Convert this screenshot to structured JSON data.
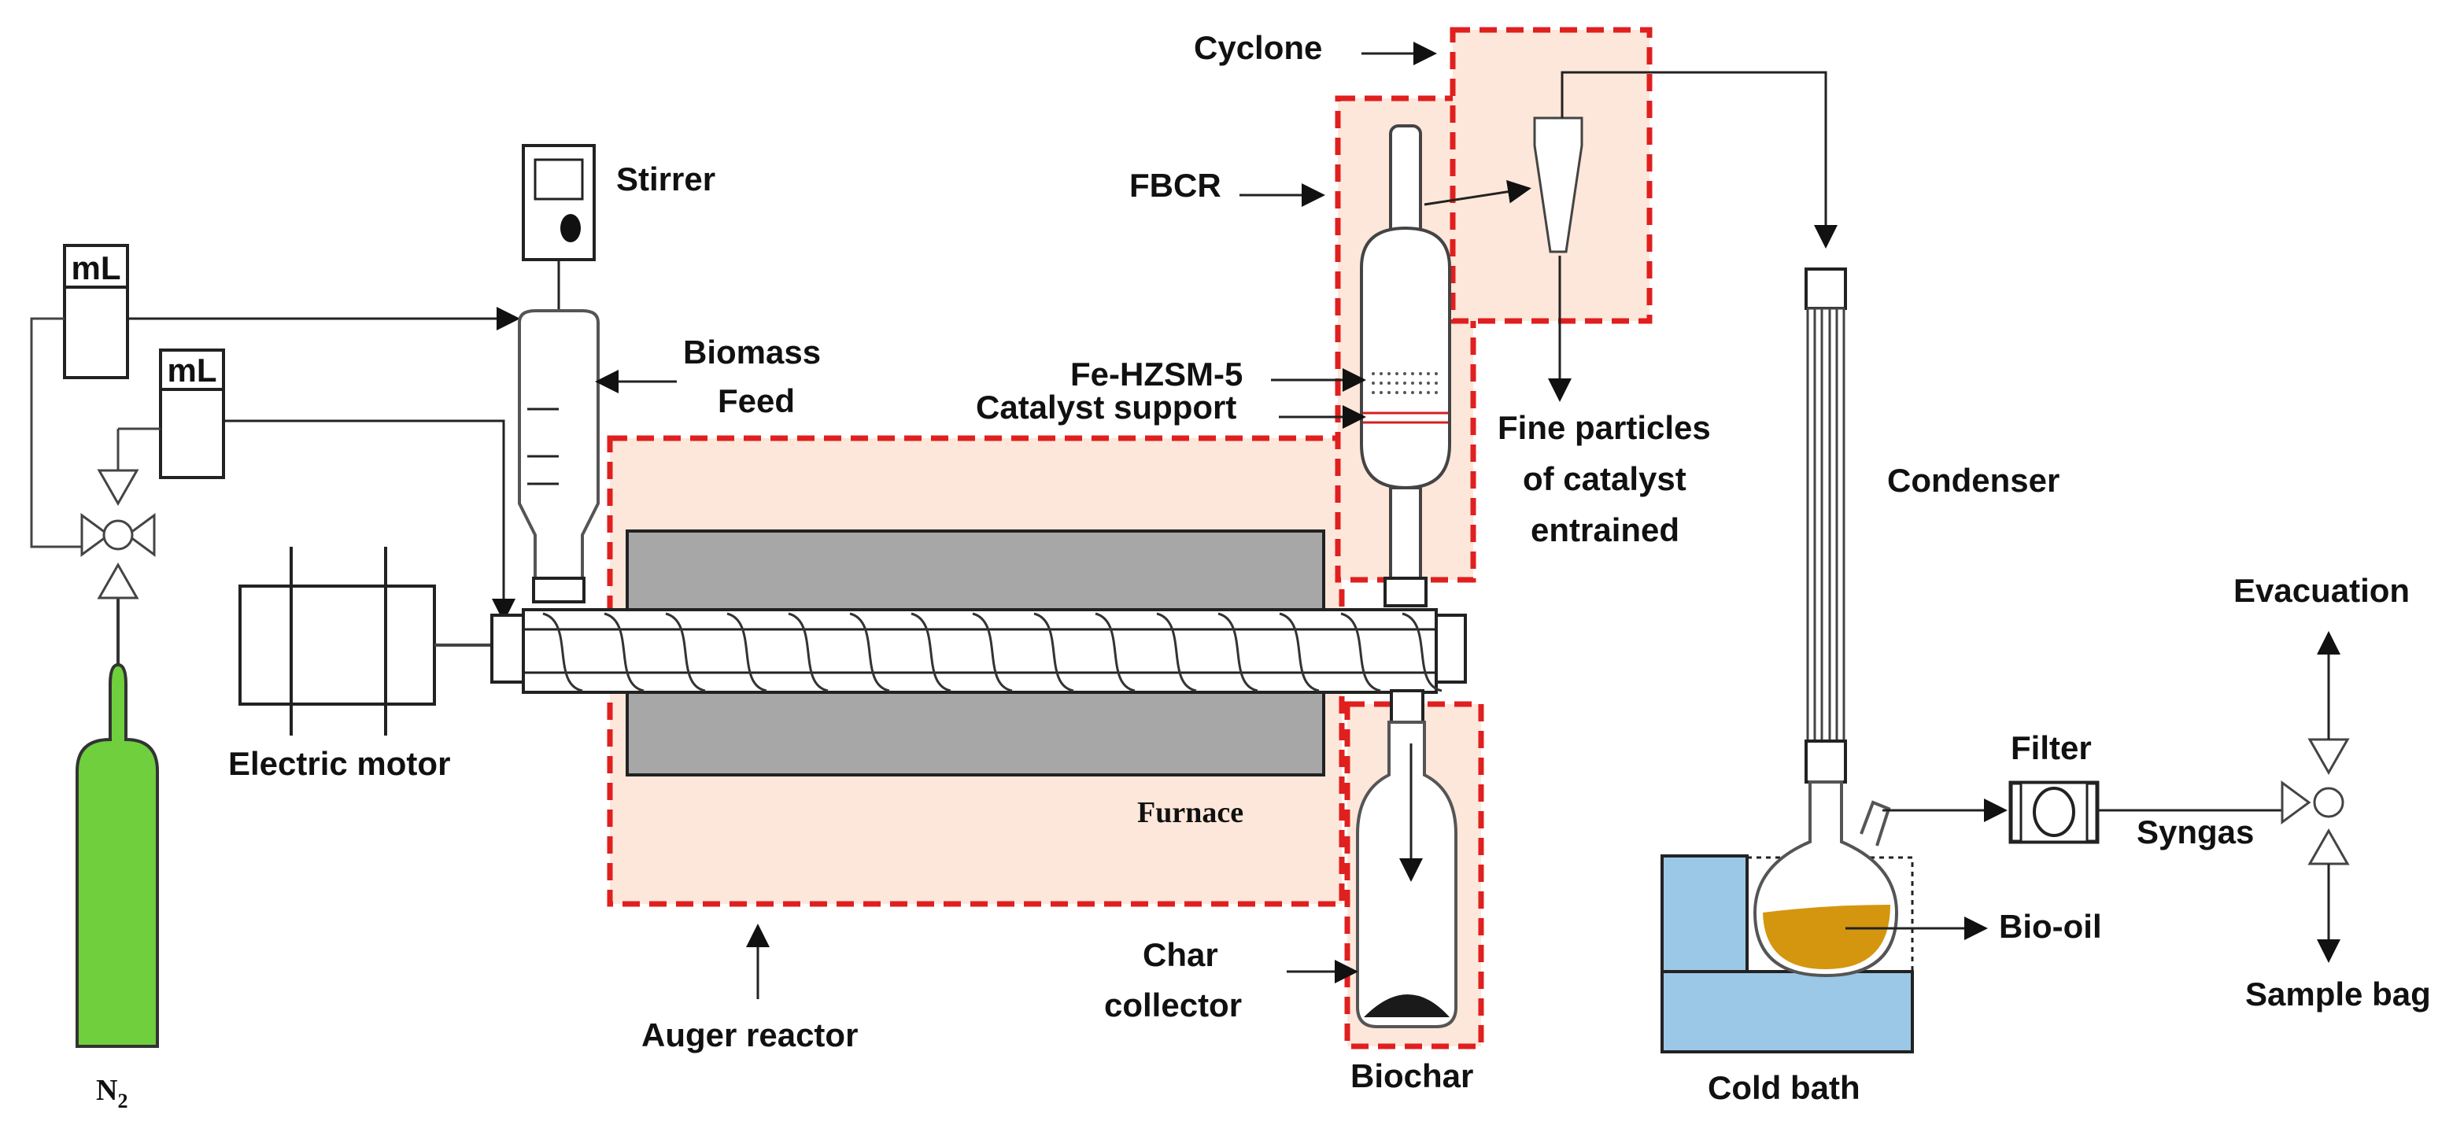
{
  "labels": {
    "stirrer": "Stirrer",
    "biomass_feed_1": "Biomass",
    "biomass_feed_2": "Feed",
    "syringe_1": "mL",
    "syringe_2": "mL",
    "nitrogen": "N",
    "nitrogen_sub": "2",
    "electric_motor": "Electric motor",
    "furnace": "Furnace",
    "auger_reactor": "Auger reactor",
    "cyclone": "Cyclone",
    "fbcr": "FBCR",
    "catalyst": "Fe-HZSM-5",
    "catalyst_support": "Catalyst support",
    "fine_particles_1": "Fine particles",
    "fine_particles_2": "of catalyst",
    "fine_particles_3": "entrained",
    "char_collector_1": "Char",
    "char_collector_2": "collector",
    "biochar": "Biochar",
    "condenser": "Condenser",
    "filter": "Filter",
    "syngas": "Syngas",
    "bio_oil": "Bio-oil",
    "cold_bath": "Cold bath",
    "evacuation": "Evacuation",
    "sample_bag": "Sample bag"
  },
  "colors": {
    "highlight_fill": "#fde7da",
    "highlight_border": "#e01f1f",
    "furnace_block": "#a7a7a7",
    "nitrogen_cylinder": "#6fcf3c",
    "cold_bath": "#9bc8e6",
    "bio_oil": "#d4960e",
    "biochar": "#1a1a1a"
  }
}
